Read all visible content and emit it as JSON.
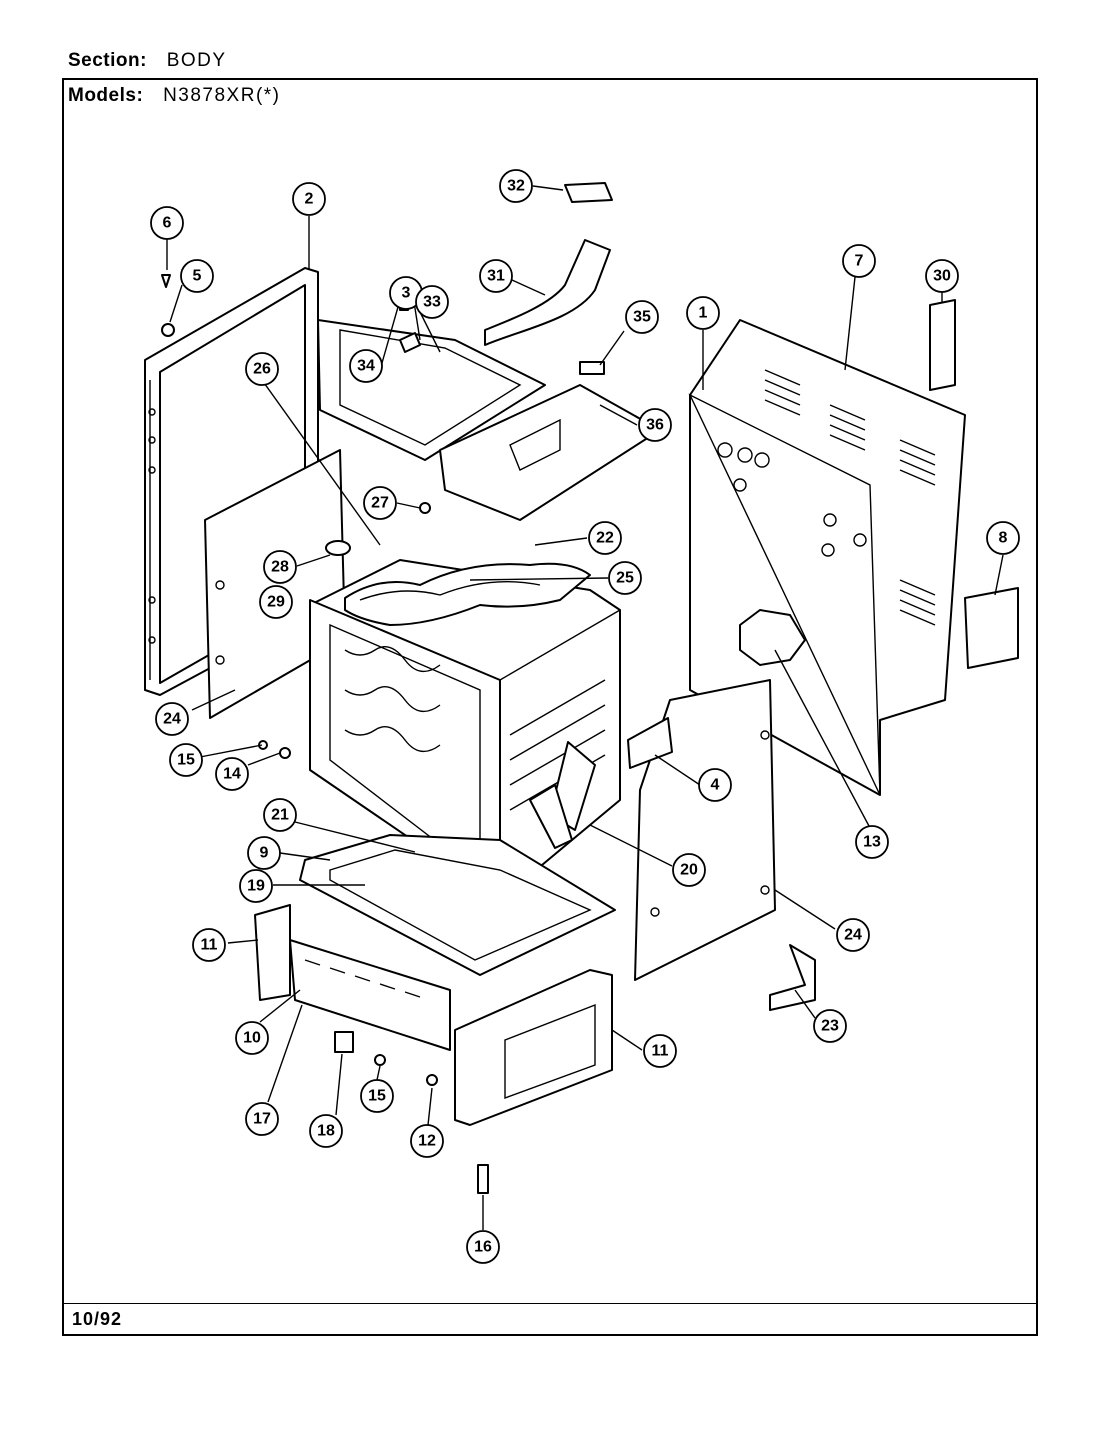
{
  "header": {
    "section_label": "Section:",
    "section_value": "BODY",
    "models_label": "Models:",
    "models_value": "N3878XR(*)"
  },
  "footer": {
    "date": "10/92"
  },
  "callouts": [
    {
      "n": "1"
    },
    {
      "n": "2"
    },
    {
      "n": "3"
    },
    {
      "n": "4"
    },
    {
      "n": "5"
    },
    {
      "n": "6"
    },
    {
      "n": "7"
    },
    {
      "n": "8"
    },
    {
      "n": "9"
    },
    {
      "n": "10"
    },
    {
      "n": "11"
    },
    {
      "n": "11"
    },
    {
      "n": "12"
    },
    {
      "n": "13"
    },
    {
      "n": "14"
    },
    {
      "n": "15"
    },
    {
      "n": "15"
    },
    {
      "n": "16"
    },
    {
      "n": "17"
    },
    {
      "n": "18"
    },
    {
      "n": "19"
    },
    {
      "n": "20"
    },
    {
      "n": "21"
    },
    {
      "n": "22"
    },
    {
      "n": "23"
    },
    {
      "n": "24"
    },
    {
      "n": "24"
    },
    {
      "n": "25"
    },
    {
      "n": "26"
    },
    {
      "n": "27"
    },
    {
      "n": "28"
    },
    {
      "n": "29"
    },
    {
      "n": "30"
    },
    {
      "n": "31"
    },
    {
      "n": "32"
    },
    {
      "n": "33"
    },
    {
      "n": "34"
    },
    {
      "n": "35"
    },
    {
      "n": "36"
    }
  ]
}
